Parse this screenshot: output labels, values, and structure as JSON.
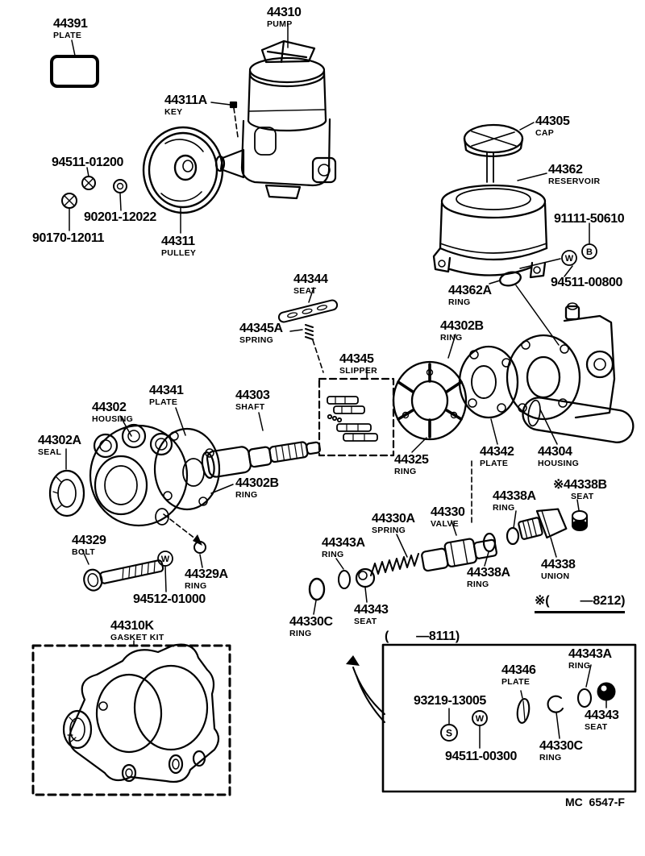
{
  "notes": {
    "production_8212": "※(         —8212)",
    "production_8111": "(        —8111)",
    "figure_code": "MC  6547-F"
  },
  "symbols": {
    "reservoir_b": "B",
    "reservoir_w": "W",
    "bolt_w": "W",
    "inset_s": "S",
    "inset_w": "W"
  },
  "labels": {
    "p44391": {
      "number": "44391",
      "name": "PLATE"
    },
    "p44310": {
      "number": "44310",
      "name": "PUMP"
    },
    "p44311A": {
      "number": "44311A",
      "name": "KEY"
    },
    "p94511_01200": {
      "number": "94511-01200"
    },
    "p90201_12022": {
      "number": "90201-12022"
    },
    "p90170_12011": {
      "number": "90170-12011"
    },
    "p44311": {
      "number": "44311",
      "name": "PULLEY"
    },
    "p44305": {
      "number": "44305",
      "name": "CAP"
    },
    "p44362": {
      "number": "44362",
      "name": "RESERVOIR"
    },
    "p91111_50610": {
      "number": "91111-50610"
    },
    "p44362A": {
      "number": "44362A",
      "name": "RING"
    },
    "p94511_00800": {
      "number": "94511-00800"
    },
    "p44344": {
      "number": "44344",
      "name": "SEAT"
    },
    "p44345A": {
      "number": "44345A",
      "name": "SPRING"
    },
    "p44345": {
      "number": "44345",
      "name": "SLIPPER"
    },
    "p44302B_up": {
      "number": "44302B",
      "name": "RING"
    },
    "p44341": {
      "number": "44341",
      "name": "PLATE"
    },
    "p44303": {
      "number": "44303",
      "name": "SHAFT"
    },
    "p44302": {
      "number": "44302",
      "name": "HOUSING"
    },
    "p44302A": {
      "number": "44302A",
      "name": "SEAL"
    },
    "p44302B_low": {
      "number": "44302B",
      "name": "RING"
    },
    "p44325": {
      "number": "44325",
      "name": "RING"
    },
    "p44342": {
      "number": "44342",
      "name": "PLATE"
    },
    "p44304": {
      "number": "44304",
      "name": "HOUSING"
    },
    "p44329": {
      "number": "44329",
      "name": "BOLT"
    },
    "p44329A": {
      "number": "44329A",
      "name": "RING"
    },
    "p94512_01000": {
      "number": "94512-01000"
    },
    "p44330A": {
      "number": "44330A",
      "name": "SPRING"
    },
    "p44330": {
      "number": "44330",
      "name": "VALVE"
    },
    "p44343A": {
      "number": "44343A",
      "name": "RING"
    },
    "p44338A_top": {
      "number": "44338A",
      "name": "RING"
    },
    "p44338B": {
      "number": "※44338B",
      "name": "SEAT"
    },
    "p44338A_bot": {
      "number": "44338A",
      "name": "RING"
    },
    "p44338": {
      "number": "44338",
      "name": "UNION"
    },
    "p44330C": {
      "number": "44330C",
      "name": "RING"
    },
    "p44343": {
      "number": "44343",
      "name": "SEAT"
    },
    "p44310K": {
      "number": "44310K",
      "name": "GASKET KIT"
    },
    "i44343A": {
      "number": "44343A",
      "name": "RING"
    },
    "i44346": {
      "number": "44346",
      "name": "PLATE"
    },
    "i93219_13005": {
      "number": "93219-13005"
    },
    "i94511_00300": {
      "number": "94511-00300"
    },
    "i44330C": {
      "number": "44330C",
      "name": "RING"
    },
    "i44343": {
      "number": "44343",
      "name": "SEAT"
    }
  }
}
